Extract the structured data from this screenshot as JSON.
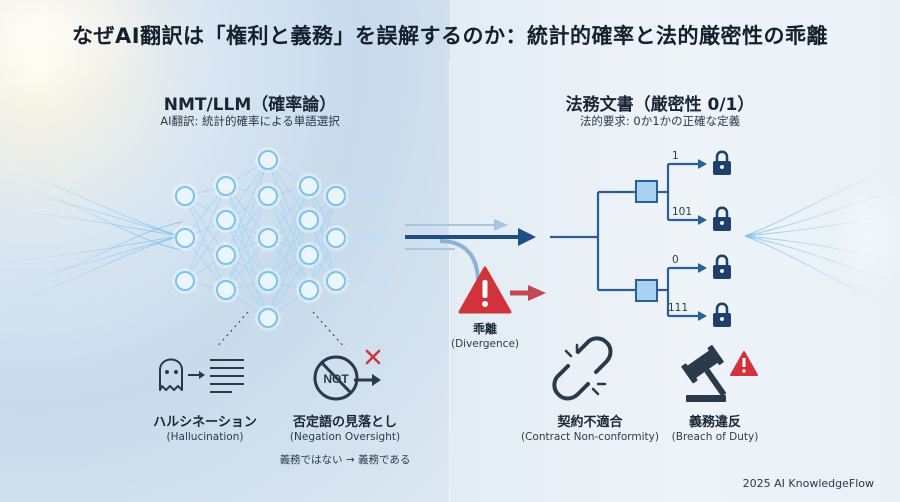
{
  "title": "なぜAI翻訳は「権利と義務」を誤解するのか：統計的確率と法的厳密性の乖離",
  "left": {
    "heading": "NMT/LLM（確率論）",
    "subheading": "AI翻訳: 統計的確率による単語選択",
    "hallucination": {
      "label": "ハルシネーション",
      "english": "(Hallucination)"
    },
    "negation": {
      "label": "否定語の見落とし",
      "english": "(Negation Oversight)",
      "example": "義務ではない → 義務である",
      "badge": "NOT"
    }
  },
  "center": {
    "label": "乖離",
    "english": "(Divergence)"
  },
  "right": {
    "heading": "法務文書（厳密性 0/1）",
    "subheading": "法的要求: 0か1かの正確な定義",
    "branches": [
      "1",
      "101",
      "0",
      "111"
    ],
    "contract": {
      "label": "契約不適合",
      "english": "(Contract Non-conformity)"
    },
    "breach": {
      "label": "義務違反",
      "english": "(Breach of Duty)"
    }
  },
  "footer": "2025 AI KnowledgeFlow",
  "colors": {
    "node": "#eaf6ff",
    "edge": "#9fd3f2",
    "arrow": "#1e4f82",
    "warning": "#d2323c",
    "tree": "#2b5f93"
  }
}
